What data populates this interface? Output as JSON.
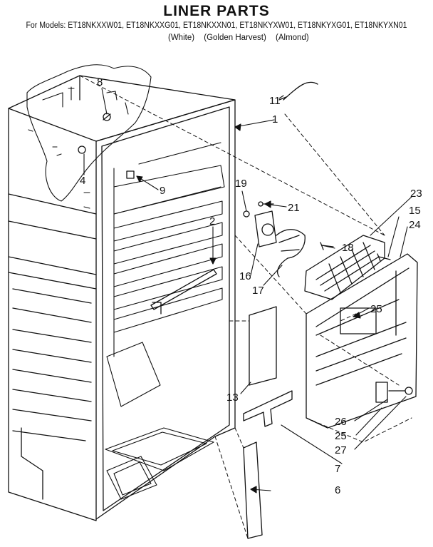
{
  "header": {
    "title": "LINER PARTS",
    "models_line": "For Models: ET18NKXXW01, ET18NKXXG01, ET18NKXXN01, ET18NKYXW01, ET18NKYXG01, ET18NKYXN01",
    "colors": [
      "(White)",
      "(Golden Harvest)",
      "(Almond)"
    ]
  },
  "callouts": {
    "c1": "1",
    "c2": "2",
    "c4": "4",
    "c6": "6",
    "c7": "7",
    "c8": "8",
    "c9": "9",
    "c11": "11",
    "c13": "13",
    "c15": "15",
    "c16": "16",
    "c17": "17",
    "c18": "18",
    "c19": "19",
    "c21": "21",
    "c23": "23",
    "c24": "24",
    "c25a": "25",
    "c25b": "25",
    "c26": "26",
    "c27": "27"
  }
}
